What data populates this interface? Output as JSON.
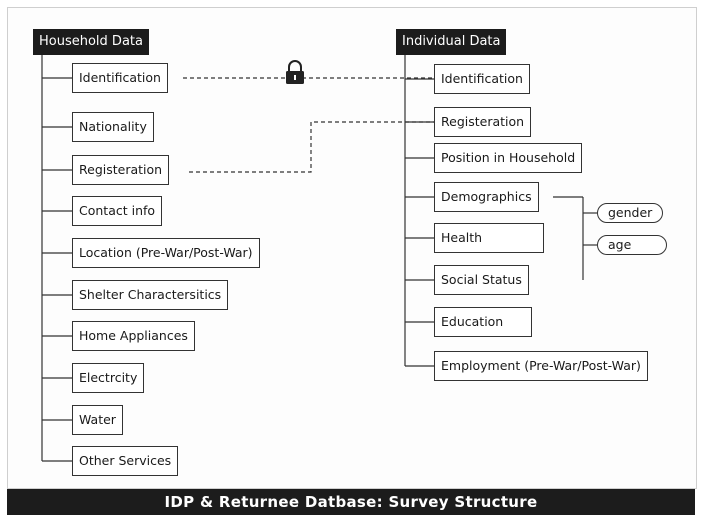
{
  "household": {
    "header": "Household Data",
    "items": [
      "Identification",
      "Nationality",
      "Registeration",
      "Contact info",
      "Location (Pre-War/Post-War)",
      "Shelter Charactersitics",
      "Home Appliances",
      "Electrcity",
      "Water",
      "Other Services"
    ]
  },
  "individual": {
    "header": "Individual Data",
    "items": [
      "Identification",
      "Registeration",
      "Position in Household",
      "Demographics",
      "Health",
      "Social Status",
      "Education",
      "Employment (Pre-War/Post-War)"
    ],
    "demographics_sub": [
      "gender",
      "age"
    ]
  },
  "links": {
    "identification_link_icon": "lock-icon"
  },
  "footer": {
    "title": "IDP & Returnee Datbase: Survey Structure"
  }
}
